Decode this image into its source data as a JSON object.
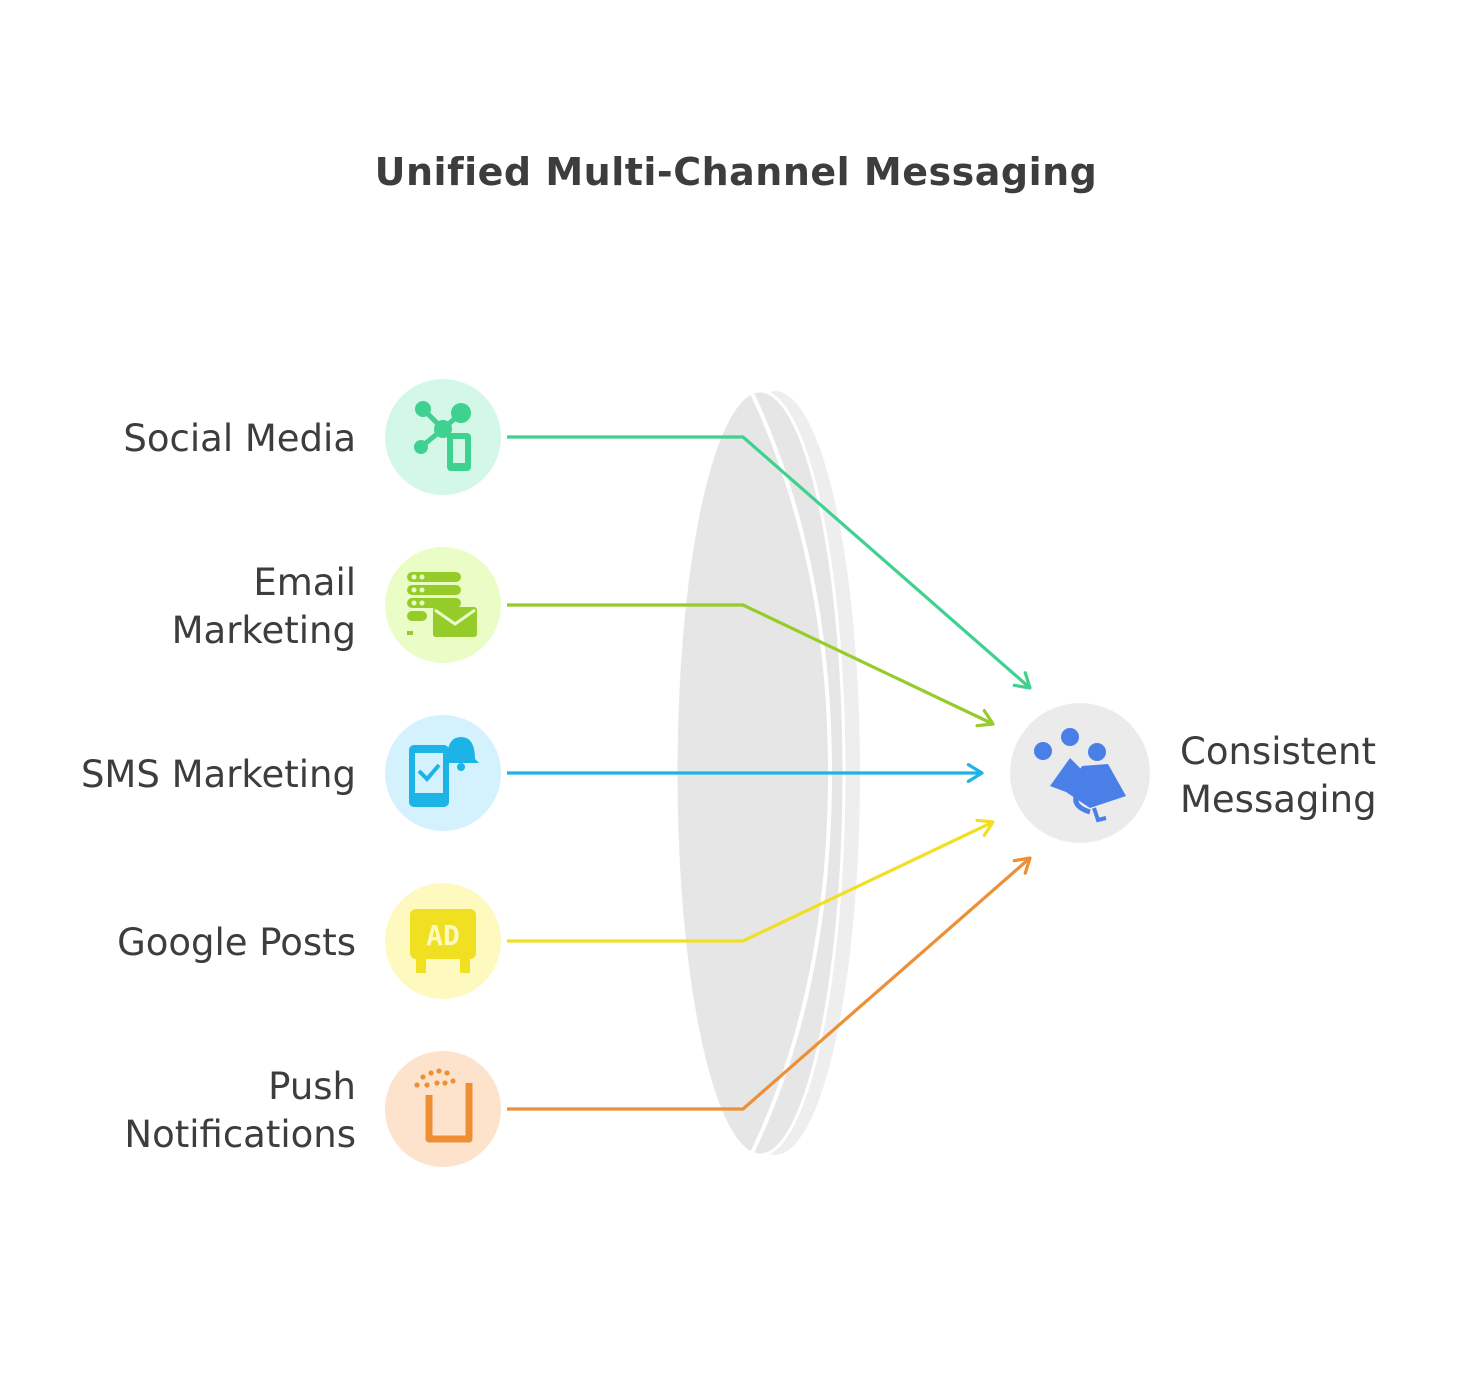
{
  "title": "Unified Multi-Channel Messaging",
  "channels": [
    {
      "lines": [
        "Social Media"
      ],
      "icon": "network-phone-icon",
      "color": "#3fd18f",
      "bg": "#d4f8e8"
    },
    {
      "lines": [
        "Email",
        "Marketing"
      ],
      "icon": "server-mail-icon",
      "color": "#95cc2a",
      "bg": "#ebfdc6"
    },
    {
      "lines": [
        "SMS Marketing"
      ],
      "icon": "phone-bell-icon",
      "color": "#1cb3e6",
      "bg": "#d3f2fd"
    },
    {
      "lines": [
        "Google Posts"
      ],
      "icon": "ad-board-icon",
      "color": "#f1df22",
      "bg": "#fdf9bf"
    },
    {
      "lines": [
        "Push",
        "Notifications"
      ],
      "icon": "phone-notification-icon",
      "color": "#ee8f36",
      "bg": "#fde3cc"
    }
  ],
  "hub": {
    "lines": [
      "Consistent",
      "Messaging"
    ],
    "icon": "megaphone-people-icon",
    "color": "#4a7fe8",
    "bg": "#ebebeb"
  }
}
